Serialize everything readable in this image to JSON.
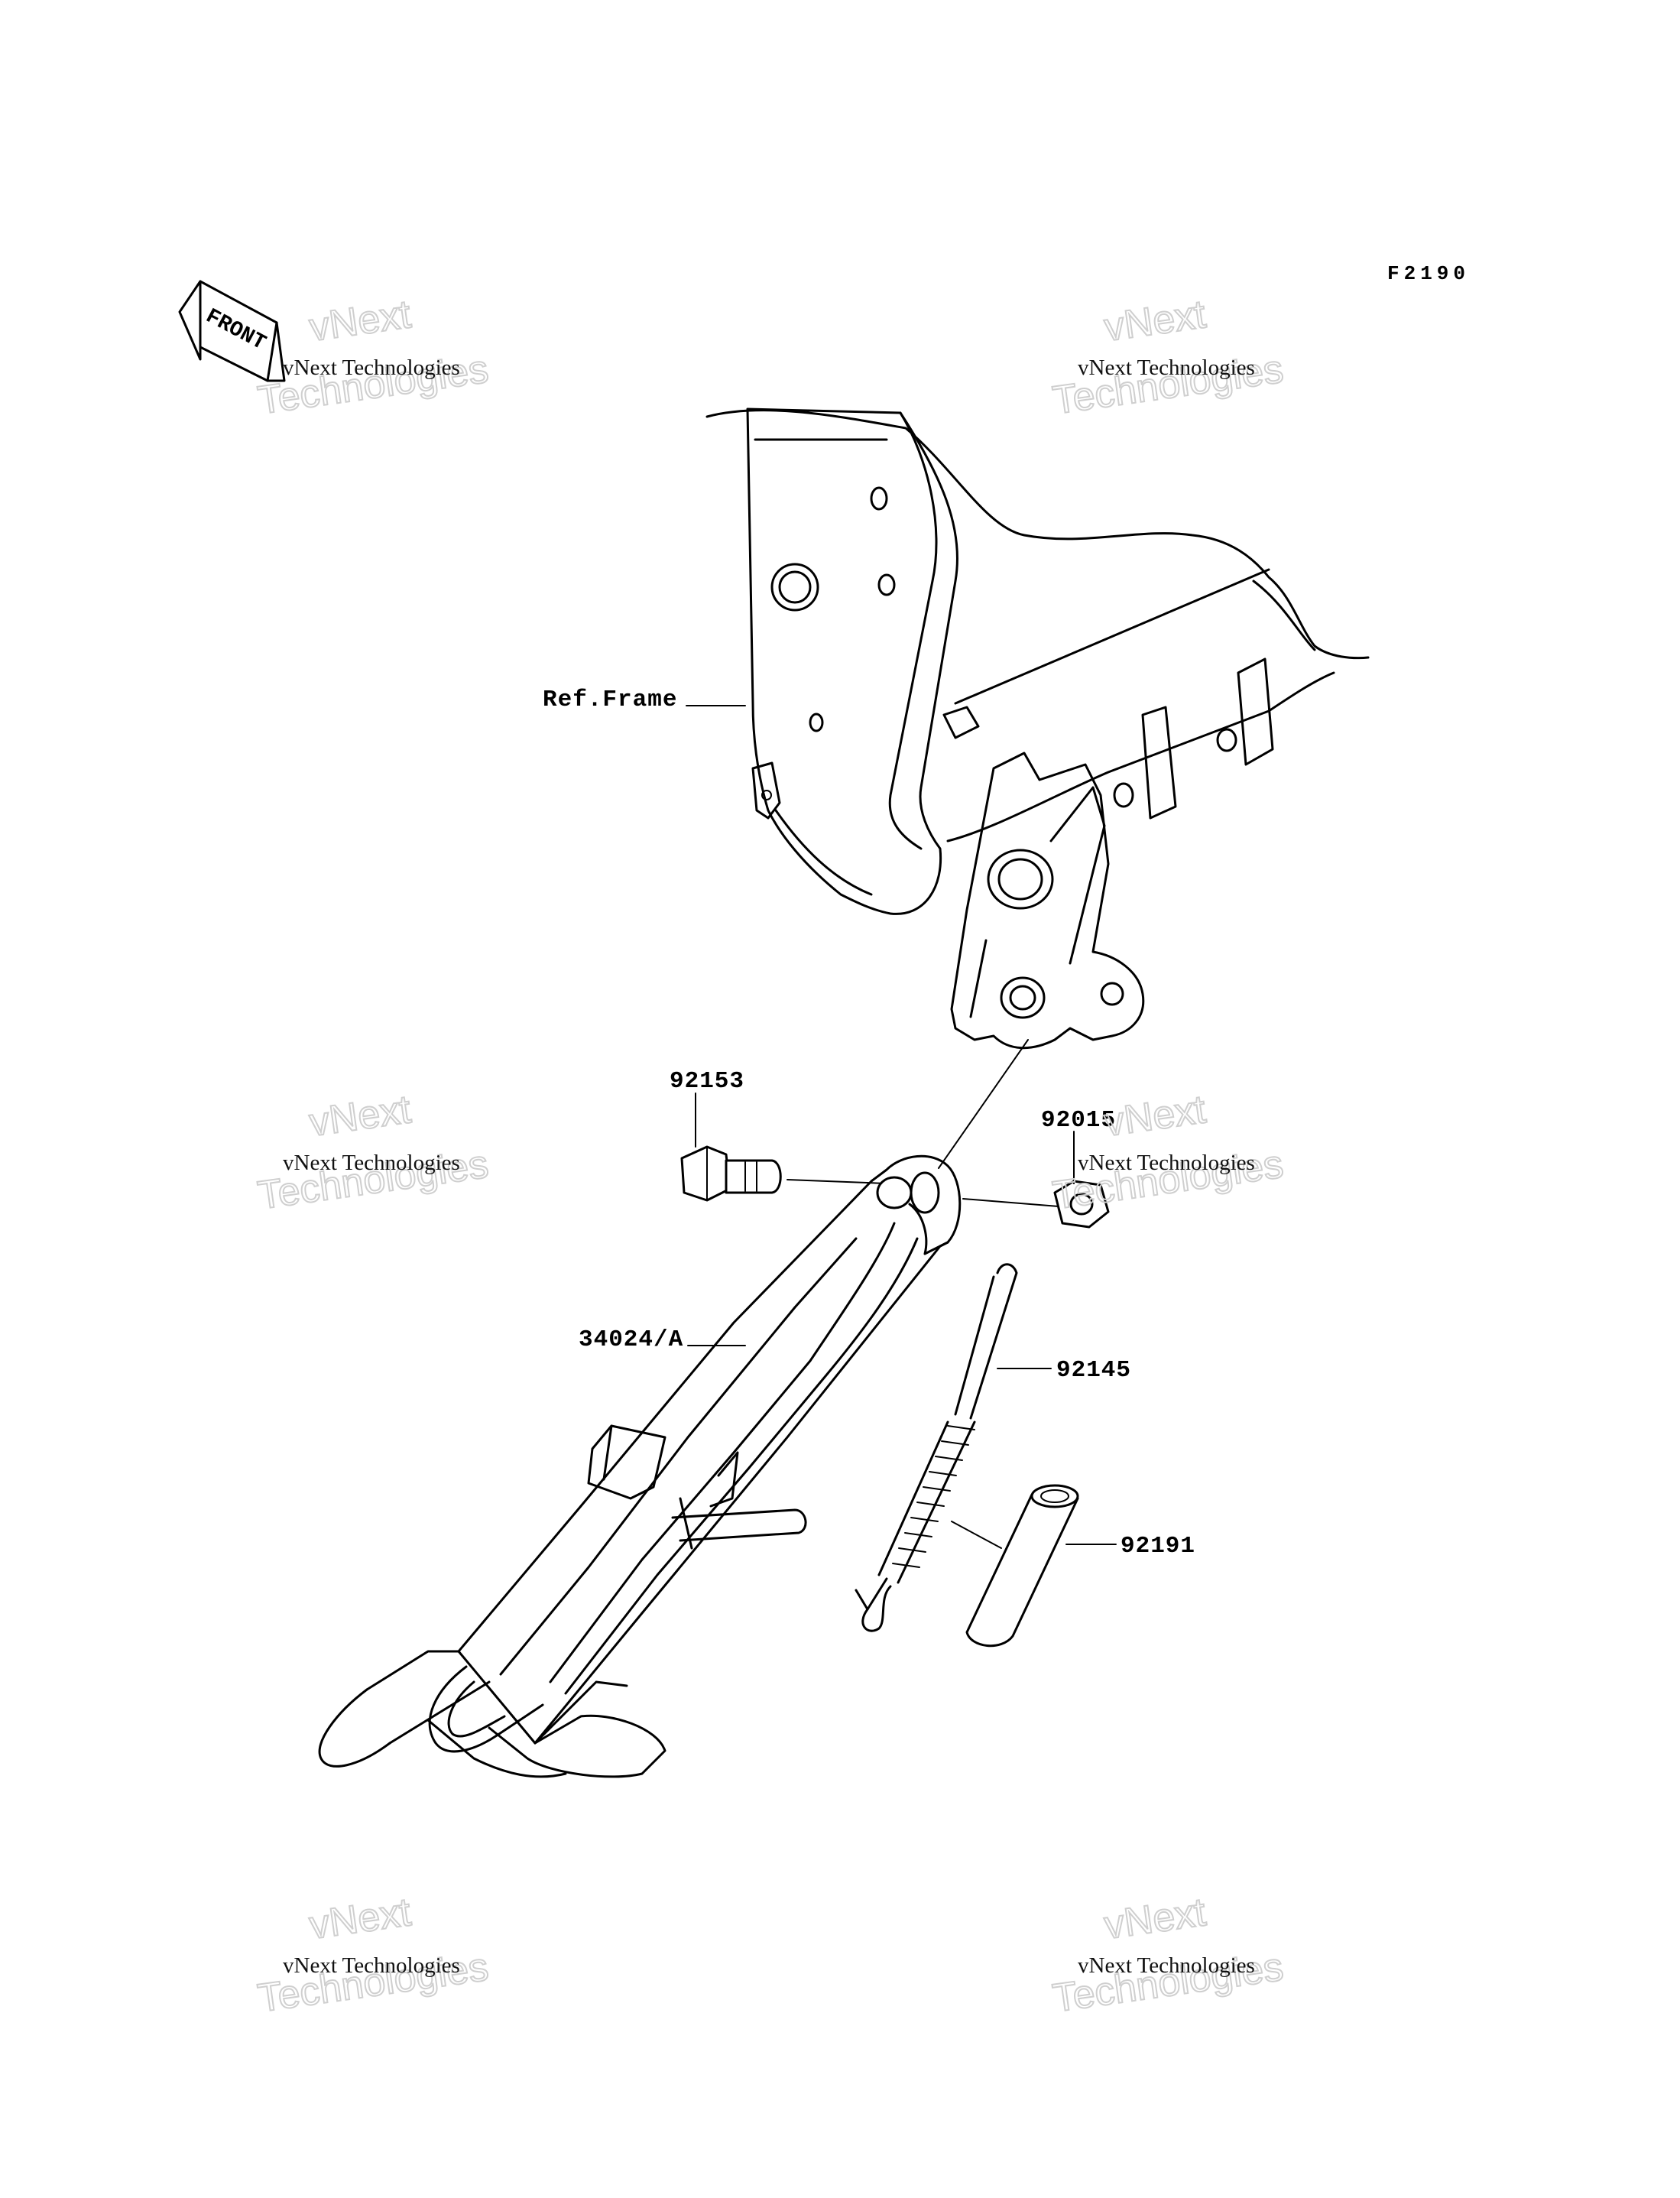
{
  "diagram_code": "F2190",
  "front_badge": "FRONT",
  "labels": {
    "frame": "Ref.Frame",
    "bolt": "92153",
    "nut": "92015",
    "stand": "34024/A",
    "spring": "92145",
    "collar": "92191"
  },
  "watermark": {
    "line_small": "vNext Technologies",
    "line_top": "vNext",
    "line_bottom": "Technologies"
  }
}
